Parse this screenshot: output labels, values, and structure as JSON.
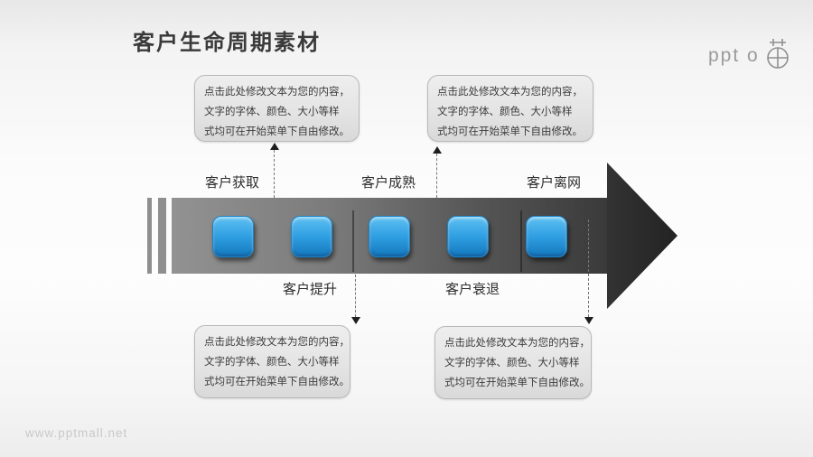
{
  "title": "客户生命周期素材",
  "logo": {
    "text": "ppt o",
    "icon": "compass-circle-icon"
  },
  "watermark": "www.pptmall.net",
  "diagram": {
    "type": "timeline-arrow",
    "direction": "left-to-right",
    "stages": [
      {
        "label": "客户获取",
        "label_position": "above"
      },
      {
        "label": "客户提升",
        "label_position": "below"
      },
      {
        "label": "客户成熟",
        "label_position": "above"
      },
      {
        "label": "客户衰退",
        "label_position": "below"
      },
      {
        "label": "客户离网",
        "label_position": "above"
      }
    ],
    "callouts": [
      {
        "position": "top-left",
        "lines": [
          "点击此处修改文本为您的内容，",
          "文字的字体、颜色、大小等样",
          "式均可在开始菜单下自由修改。"
        ]
      },
      {
        "position": "top-right",
        "lines": [
          "点击此处修改文本为您的内容，",
          "文字的字体、颜色、大小等样",
          "式均可在开始菜单下自由修改。"
        ]
      },
      {
        "position": "bottom-left",
        "lines": [
          "点击此处修改文本为您的内容，",
          "文字的字体、颜色、大小等样",
          "式均可在开始菜单下自由修改。"
        ]
      },
      {
        "position": "bottom-right",
        "lines": [
          "点击此处修改文本为您的内容，",
          "文字的字体、颜色、大小等样",
          "式均可在开始菜单下自由修改。"
        ]
      }
    ]
  },
  "colors": {
    "marker_blue_top": "#5fc0f2",
    "marker_blue_bottom": "#1478bd",
    "arrow_gray_start": "#929292",
    "arrow_gray_end": "#232323",
    "callout_fill": "#e6e6e6",
    "callout_border": "#b9b9b9",
    "title_text": "#3a3a3a",
    "watermark_text": "#c9c9c9"
  }
}
